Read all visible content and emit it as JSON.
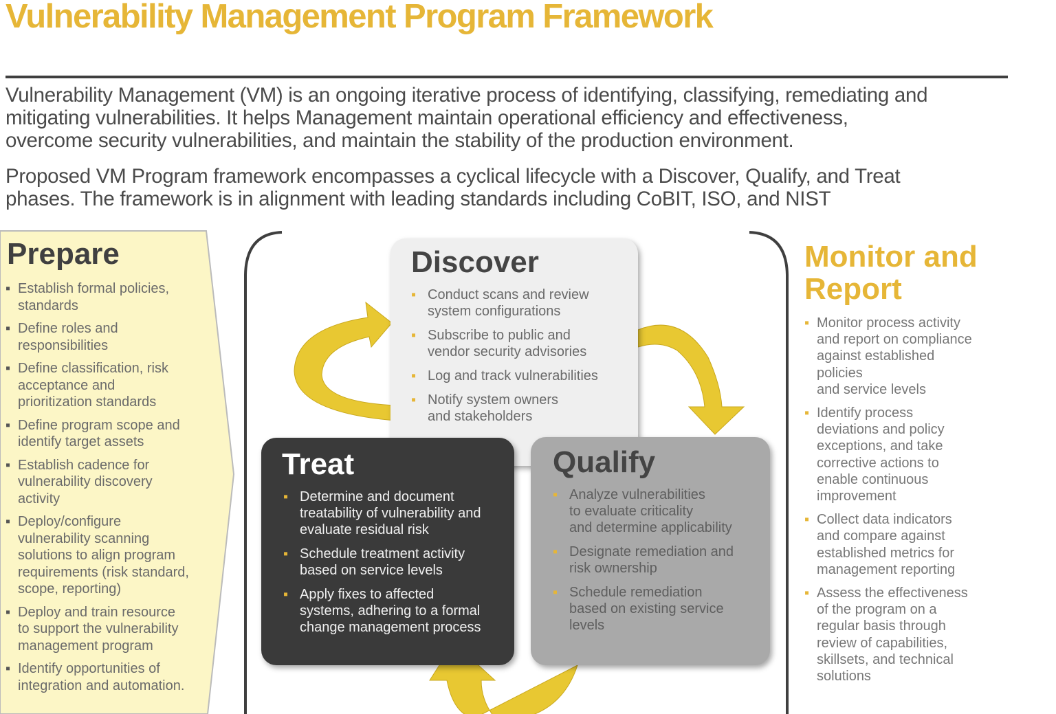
{
  "title": "Vulnerability Management Program Framework",
  "intro": {
    "paragraph1": "Vulnerability Management (VM) is an ongoing iterative process of identifying, classifying, remediating and\nmitigating vulnerabilities. It helps Management maintain operational efficiency and effectiveness,\novercome security vulnerabilities, and maintain the stability of the production environment.",
    "paragraph2": "Proposed  VM Program framework encompasses a cyclical lifecycle with a Discover, Qualify, and Treat\nphases.  The framework is in alignment with leading standards including CoBIT, ISO, and NIST"
  },
  "colors": {
    "accent": "#E6B637",
    "arrow": "#E8C832",
    "prepare_bg": "#FCF6C6",
    "treat_bg": "#3A3A3A",
    "qualify_bg": "#A9A9A9",
    "discover_bg": "#EFEFEF"
  },
  "prepare": {
    "title": "Prepare",
    "items": [
      "Establish formal policies,\nstandards",
      "Define roles and\nresponsibilities",
      "Define classification, risk\nacceptance and\nprioritization standards",
      "Define program scope and\nidentify target assets",
      "Establish cadence for\nvulnerability discovery\nactivity",
      "Deploy/configure\nvulnerability scanning\nsolutions to align program\nrequirements (risk standard,\nscope, reporting)",
      "Deploy and train resource\nto support the vulnerability\nmanagement program",
      "Identify opportunities of\nintegration and automation."
    ]
  },
  "discover": {
    "title": "Discover",
    "items": [
      "Conduct scans and review\nsystem configurations",
      "Subscribe to public and\nvendor security advisories",
      "Log and track vulnerabilities",
      "Notify system owners\nand stakeholders"
    ]
  },
  "treat": {
    "title": "Treat",
    "items": [
      "Determine and document\ntreatability of vulnerability and\nevaluate residual risk",
      "Schedule treatment activity\nbased on service levels",
      "Apply fixes to affected\nsystems, adhering to a formal\nchange management process"
    ]
  },
  "qualify": {
    "title": "Qualify",
    "items": [
      "Analyze vulnerabilities\nto evaluate criticality\nand determine applicability",
      "Designate remediation and\nrisk ownership",
      "Schedule remediation\nbased on existing service\nlevels"
    ]
  },
  "monitor": {
    "title": "Monitor and\nReport",
    "items": [
      "Monitor process activity\nand report on compliance\nagainst established\npolicies\nand service levels",
      "Identify process\ndeviations and policy\nexceptions, and take\ncorrective actions to\nenable continuous\nimprovement",
      "Collect data indicators\nand compare against\nestablished metrics for\nmanagement reporting",
      "Assess the effectiveness\nof the program on a\nregular basis through\nreview of capabilities,\nskillsets, and technical\nsolutions"
    ]
  }
}
